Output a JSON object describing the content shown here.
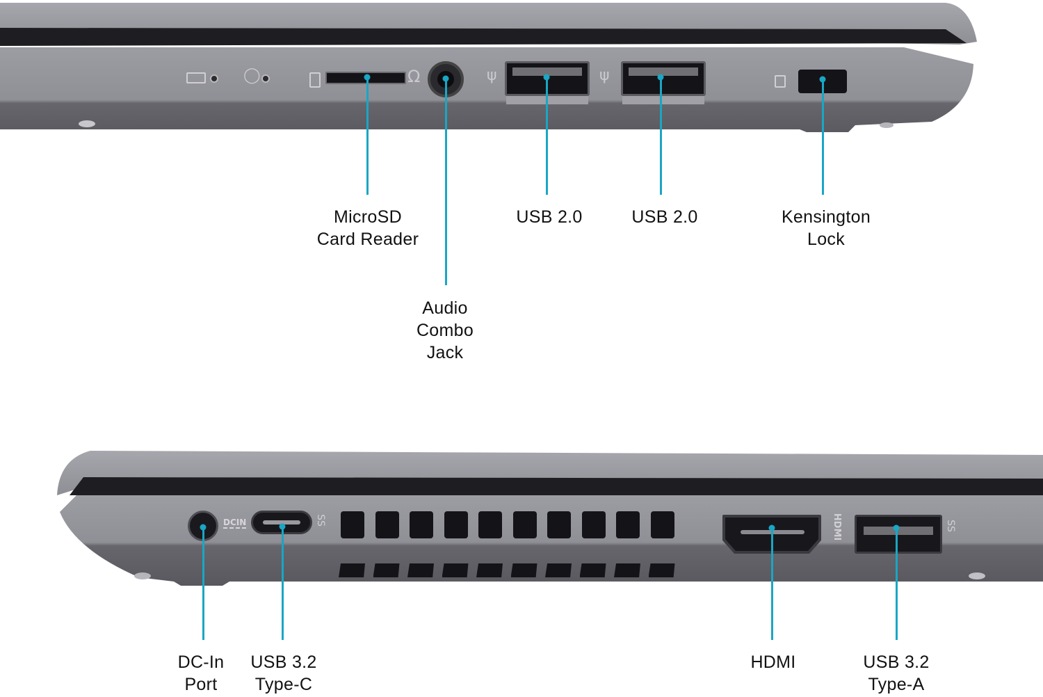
{
  "colors": {
    "leader_line": "#1aa6c4",
    "chassis": "#8d8d94",
    "chassis_dark": "#55555b",
    "port_black": "#18181c",
    "background": "#ffffff"
  },
  "top_view": {
    "side": "right",
    "printed_icons": [
      {
        "name": "battery-charge-icon",
        "glyph": "▣"
      },
      {
        "name": "power-led-icon",
        "glyph": "💡"
      },
      {
        "name": "microsd-card-icon",
        "glyph": "▯"
      },
      {
        "name": "headset-icon",
        "glyph": "🎧"
      },
      {
        "name": "usb-icon",
        "glyph": "⭍"
      },
      {
        "name": "usb-icon",
        "glyph": "⭍"
      },
      {
        "name": "lock-icon",
        "glyph": "🔒"
      }
    ],
    "ports": [
      {
        "id": "microsd",
        "label_lines": [
          "MicroSD",
          "Card Reader"
        ]
      },
      {
        "id": "audio",
        "label_lines": [
          "Audio",
          "Combo",
          "Jack"
        ]
      },
      {
        "id": "usb2a",
        "label_lines": [
          "USB 2.0"
        ]
      },
      {
        "id": "usb2b",
        "label_lines": [
          "USB 2.0"
        ]
      },
      {
        "id": "kensington",
        "label_lines": [
          "Kensington",
          "Lock"
        ]
      }
    ]
  },
  "bottom_view": {
    "side": "left",
    "printed_text": {
      "dcin": "DCIN",
      "ss": "SS",
      "hdmi": "HDMI",
      "ss2": "SS"
    },
    "vent_count": 10,
    "ports": [
      {
        "id": "dcin",
        "label_lines": [
          "DC-In",
          "Port"
        ]
      },
      {
        "id": "usbc",
        "label_lines": [
          "USB 3.2",
          "Type-C"
        ]
      },
      {
        "id": "hdmi",
        "label_lines": [
          "HDMI"
        ]
      },
      {
        "id": "usba",
        "label_lines": [
          "USB 3.2",
          "Type-A"
        ]
      }
    ]
  }
}
